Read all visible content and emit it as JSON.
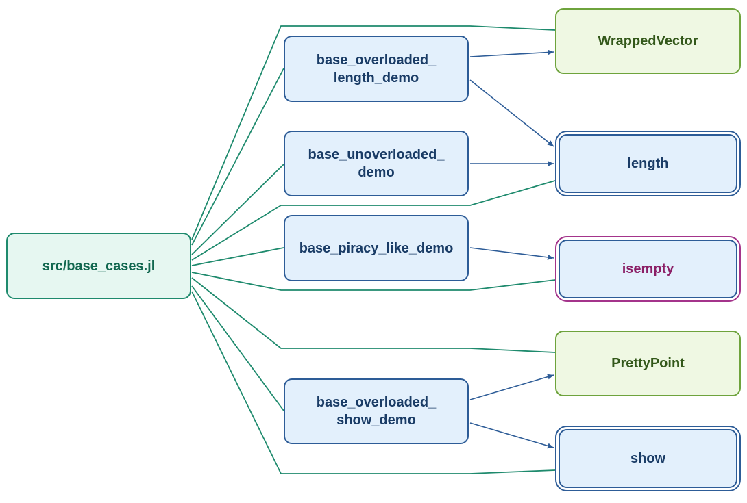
{
  "nodes": {
    "file": {
      "label": "src/base_cases.jl"
    },
    "overloaded_length": {
      "label": "base_overloaded_\nlength_demo"
    },
    "unoverloaded": {
      "label": "base_unoverloaded_\ndemo"
    },
    "piracy": {
      "label": "base_piracy_like_demo"
    },
    "overloaded_show": {
      "label": "base_overloaded_\nshow_demo"
    },
    "wrapped_vector": {
      "label": "WrappedVector"
    },
    "length": {
      "label": "length"
    },
    "isempty": {
      "label": "isempty"
    },
    "pretty_point": {
      "label": "PrettyPoint"
    },
    "show": {
      "label": "show"
    }
  },
  "colors": {
    "file_edge": "#1e8a6d",
    "call_edge": "#2d5c97"
  }
}
